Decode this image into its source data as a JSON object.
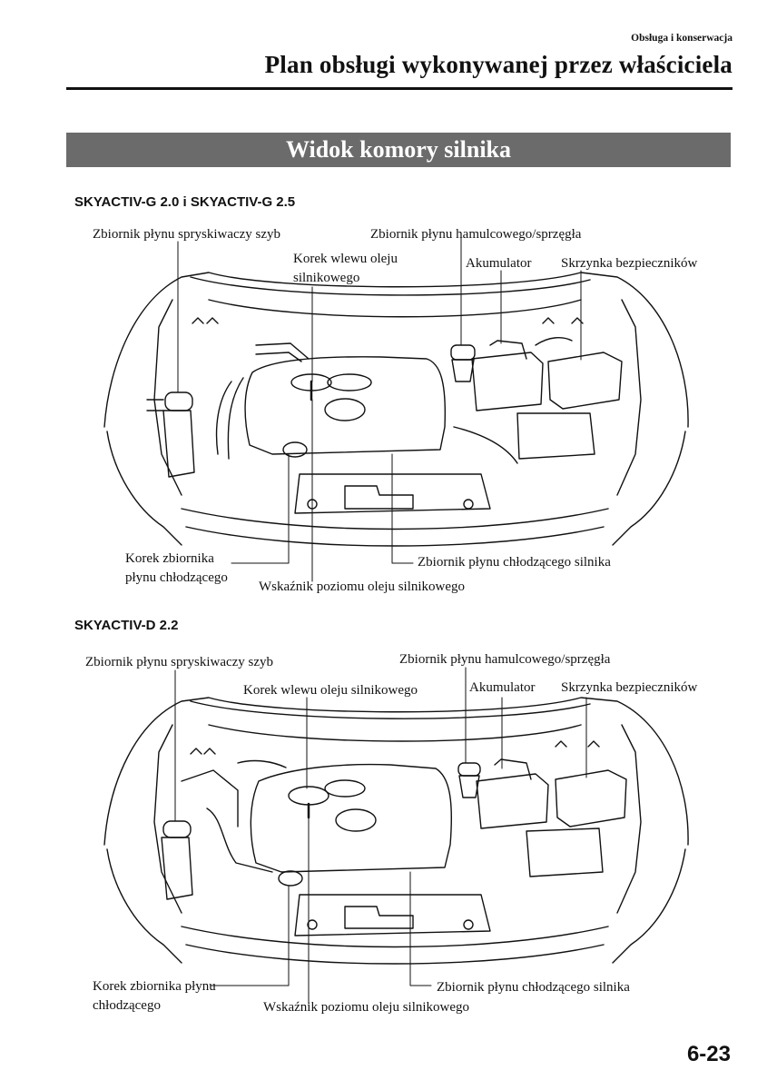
{
  "header": {
    "section": "Obsługa i konserwacja",
    "title": "Plan obsługi wykonywanej przez właściciela"
  },
  "banner": "Widok komory silnika",
  "diagram1": {
    "heading": "SKYACTIV-G 2.0 i SKYACTIV-G 2.5",
    "labels": {
      "washer": "Zbiornik płynu spryskiwaczy szyb",
      "brake": "Zbiornik płynu hamulcowego/sprzęgła",
      "oil_cap_1": "Korek wlewu oleju",
      "oil_cap_2": "silnikowego",
      "battery": "Akumulator",
      "fuse": "Skrzynka bezpieczników",
      "coolant_cap_1": "Korek zbiornika",
      "coolant_cap_2": "płynu chłodzącego",
      "coolant_res": "Zbiornik płynu chłodzącego silnika",
      "dipstick": "Wskaźnik poziomu oleju silnikowego"
    }
  },
  "diagram2": {
    "heading": "SKYACTIV-D 2.2",
    "labels": {
      "washer": "Zbiornik płynu spryskiwaczy szyb",
      "brake": "Zbiornik płynu hamulcowego/sprzęgła",
      "oil_cap": "Korek wlewu oleju silnikowego",
      "battery": "Akumulator",
      "fuse": "Skrzynka bezpieczników",
      "coolant_cap_1": "Korek zbiornika płynu",
      "coolant_cap_2": "chłodzącego",
      "coolant_res": "Zbiornik płynu chłodzącego silnika",
      "dipstick": "Wskaźnik poziomu oleju silnikowego"
    }
  },
  "page_number": "6-23"
}
